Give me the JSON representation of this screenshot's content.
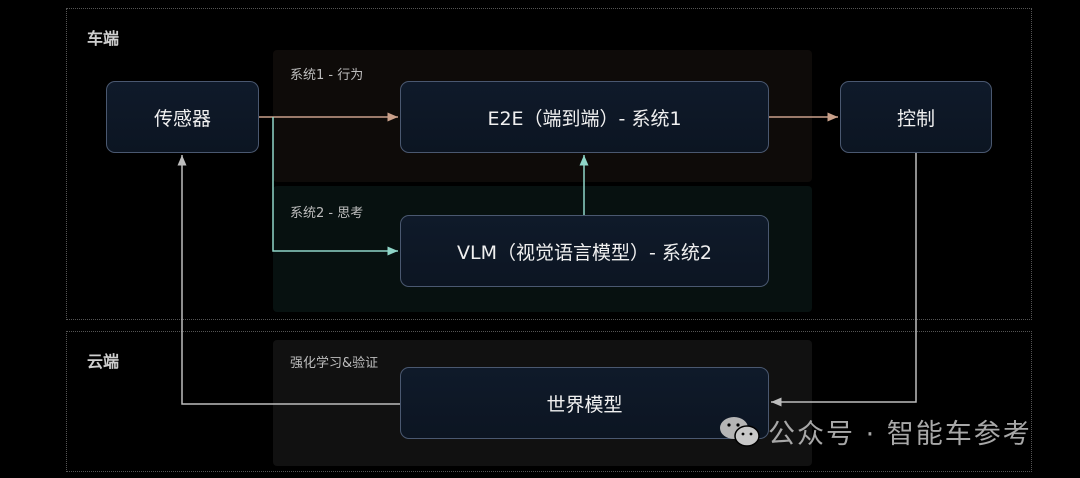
{
  "zones": {
    "vehicle": "车端",
    "cloud": "云端"
  },
  "panels": {
    "system1": "系统1 - 行为",
    "system2": "系统2 - 思考",
    "cloud": "强化学习&验证"
  },
  "nodes": {
    "sensor": "传感器",
    "e2e": "E2E（端到端）- 系统1",
    "control": "控制",
    "vlm": "VLM（视觉语言模型）- 系统2",
    "world": "世界模型"
  },
  "watermark": "公众号 · 智能车参考",
  "colors": {
    "behavior_arrow": "#c9a08a",
    "think_arrow": "#8fd6c8",
    "feedback_arrow": "#bdbdbd"
  }
}
